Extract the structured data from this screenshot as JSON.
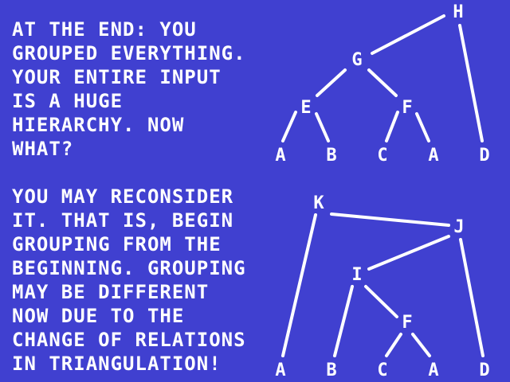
{
  "text": {
    "para1": [
      "AT THE END: YOU",
      "GROUPED EVERYTHING.",
      "YOUR ENTIRE INPUT",
      "IS A HUGE",
      "HIERARCHY. NOW",
      "WHAT?"
    ],
    "para2": [
      "YOU MAY RECONSIDER",
      "IT. THAT IS, BEGIN",
      "GROUPING FROM THE",
      "BEGINNING. GROUPING",
      "MAY BE DIFFERENT",
      "NOW DUE TO THE",
      "CHANGE OF RELATIONS",
      "IN TRIANGULATION!"
    ]
  },
  "colors": {
    "background": "#4040d0",
    "foreground": "#ffffff"
  },
  "diagrams": [
    {
      "nodes": [
        "H",
        "G",
        "E",
        "F",
        "A",
        "B",
        "C",
        "A",
        "D"
      ],
      "edges": [
        [
          "H",
          "G"
        ],
        [
          "H",
          "D"
        ],
        [
          "G",
          "E"
        ],
        [
          "G",
          "F"
        ],
        [
          "E",
          "A"
        ],
        [
          "E",
          "B"
        ],
        [
          "F",
          "C"
        ],
        [
          "F",
          "A2"
        ]
      ]
    },
    {
      "nodes": [
        "K",
        "J",
        "I",
        "F",
        "A",
        "B",
        "C",
        "A",
        "D"
      ],
      "edges": [
        [
          "K",
          "J"
        ],
        [
          "K",
          "A"
        ],
        [
          "J",
          "I"
        ],
        [
          "J",
          "D"
        ],
        [
          "I",
          "B"
        ],
        [
          "I",
          "F"
        ],
        [
          "F",
          "C"
        ],
        [
          "F",
          "A2"
        ]
      ]
    }
  ]
}
